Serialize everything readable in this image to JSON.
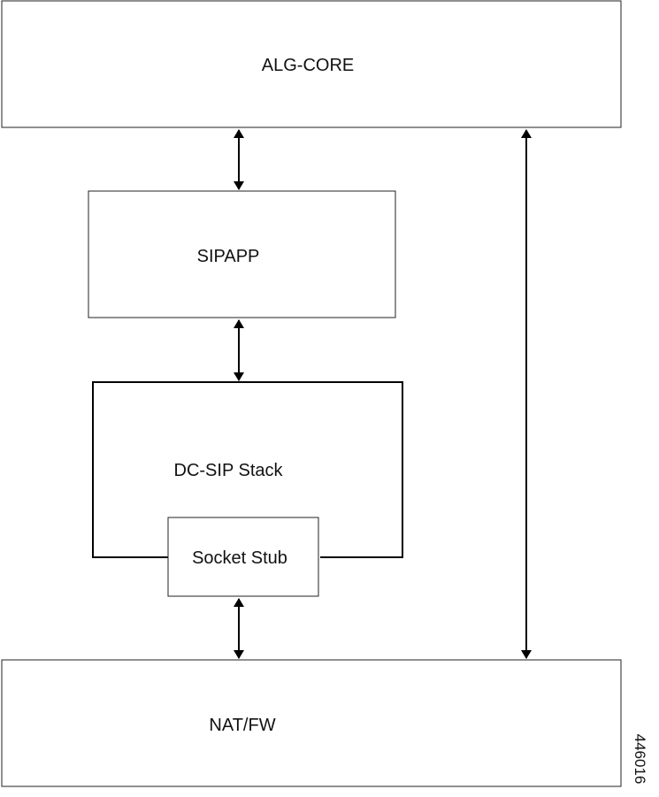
{
  "diagram": {
    "boxes": {
      "alg_core": "ALG-CORE",
      "sipapp": "SIPAPP",
      "dc_sip_stack": "DC-SIP Stack",
      "socket_stub": "Socket Stub",
      "nat_fw": "NAT/FW"
    },
    "connections": [
      {
        "from": "alg_core",
        "to": "sipapp",
        "direction": "bidirectional"
      },
      {
        "from": "sipapp",
        "to": "dc_sip_stack",
        "direction": "bidirectional"
      },
      {
        "from": "socket_stub",
        "to": "nat_fw",
        "direction": "bidirectional"
      },
      {
        "from": "alg_core",
        "to": "nat_fw",
        "direction": "bidirectional"
      }
    ],
    "figure_id": "446016"
  }
}
